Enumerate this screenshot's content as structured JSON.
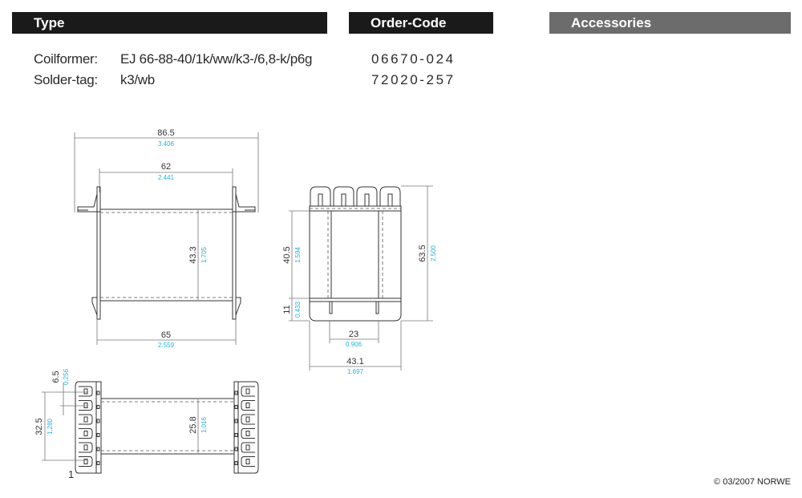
{
  "headers": {
    "type": "Type",
    "order_code": "Order-Code",
    "accessories": "Accessories"
  },
  "items": [
    {
      "label": "Coilformer:",
      "value": "EJ 66-88-40/1k/ww/k3-/6,8-k/p6g",
      "order_code": "06670-024"
    },
    {
      "label": "Solder-tag:",
      "value": "k3/wb",
      "order_code": "72020-257"
    }
  ],
  "drawing": {
    "front_view": {
      "overall_width": {
        "mm": "86.5",
        "inch": "3.406"
      },
      "flange_span": {
        "mm": "62",
        "inch": "2.441"
      },
      "winding_height": {
        "mm": "43.3",
        "inch": "1.705"
      },
      "bottom_width": {
        "mm": "65",
        "inch": "2.559"
      }
    },
    "side_view": {
      "winding_length": {
        "mm": "40.5",
        "inch": "1.594"
      },
      "base_height": {
        "mm": "11",
        "inch": "0.433"
      },
      "total_height": {
        "mm": "63.5",
        "inch": "2.500"
      },
      "pin_span": {
        "mm": "23",
        "inch": "0.906"
      },
      "total_width": {
        "mm": "43.1",
        "inch": "1.697"
      }
    },
    "bottom_view": {
      "pin_pitch": {
        "mm": "6.5",
        "inch": "0.256"
      },
      "pin_row_length": {
        "mm": "32.5",
        "inch": "1.280"
      },
      "core_width": {
        "mm": "25.8",
        "inch": "1.016"
      },
      "pin_one_marker": "1"
    }
  },
  "footer": {
    "copyright": "© 03/2007 NORWE"
  }
}
